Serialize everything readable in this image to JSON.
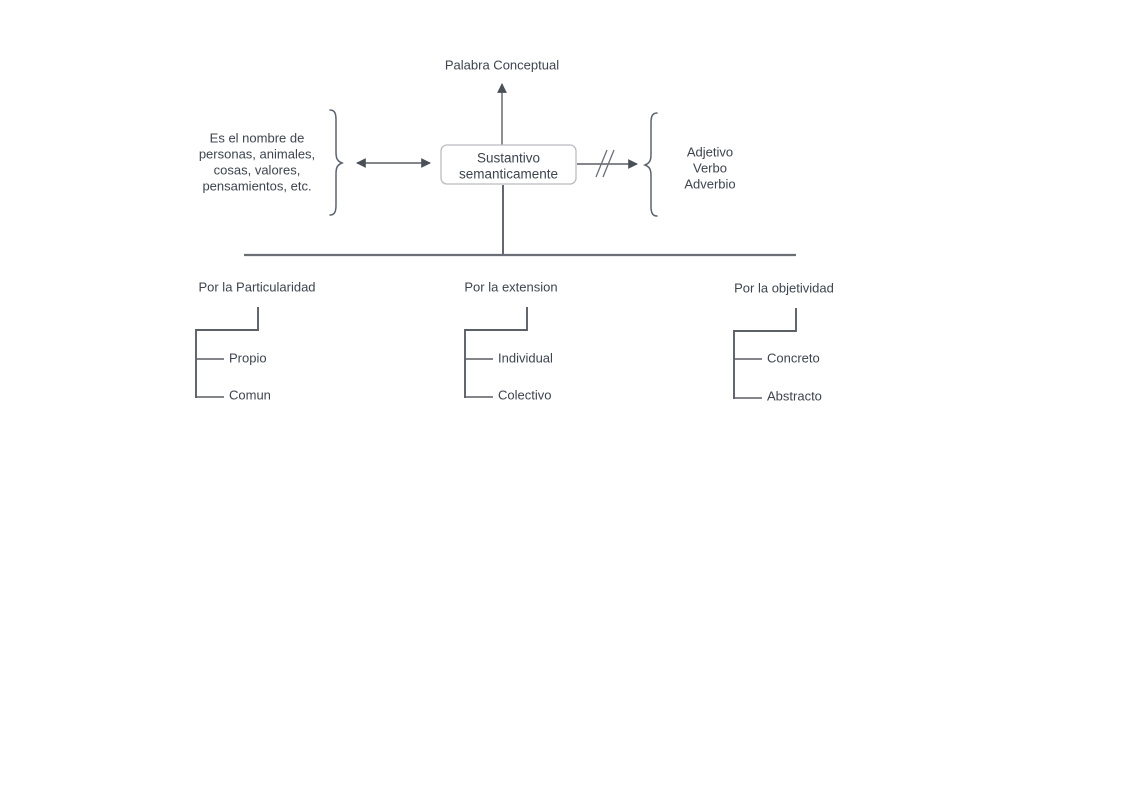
{
  "diagram": {
    "title_top": "Palabra Conceptual",
    "center_node": {
      "line1": "Sustantivo",
      "line2": "semanticamente"
    },
    "left_definition": {
      "line1": "Es el nombre de",
      "line2": "personas, animales,",
      "line3": "cosas, valores,",
      "line4": "pensamientos, etc."
    },
    "right_excluded": {
      "line1": "Adjetivo",
      "line2": "Verbo",
      "line3": "Adverbio"
    },
    "branches": [
      {
        "heading": "Por la Particularidad",
        "items": [
          "Propio",
          "Comun"
        ]
      },
      {
        "heading": "Por la extension",
        "items": [
          "Individual",
          "Colectivo"
        ]
      },
      {
        "heading": "Por la objetividad",
        "items": [
          "Concreto",
          "Abstracto"
        ]
      }
    ],
    "colors": {
      "text": "#3d444f",
      "line": "#5b5f66",
      "box_border": "#b9bcc2",
      "background": "#ffffff"
    },
    "icons": {
      "arrow_up": "arrow-up-icon",
      "arrow_bidirectional": "double-arrow-icon",
      "arrow_right_negated": "negated-arrow-icon",
      "brace_right": "brace-right-icon",
      "brace_left": "brace-left-icon"
    }
  }
}
